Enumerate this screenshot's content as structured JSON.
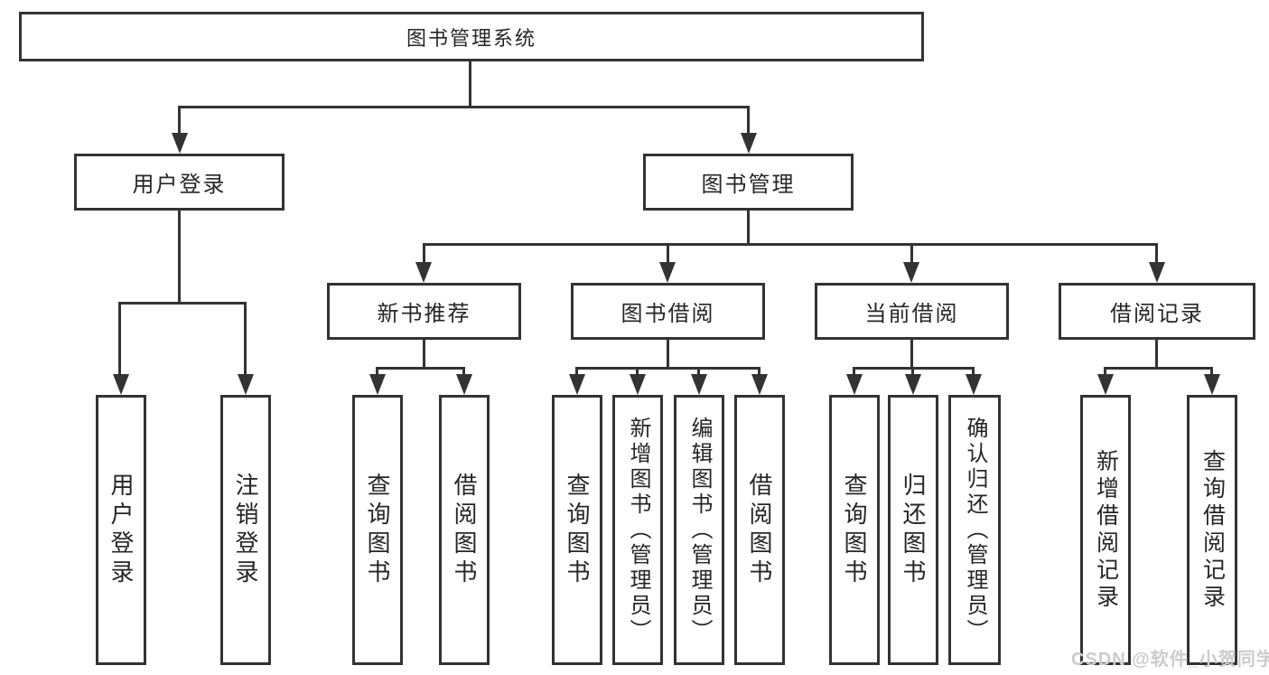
{
  "diagram": {
    "type": "hierarchy-diagram",
    "colors": {
      "line": "#333333",
      "text": "#262626",
      "background": "#ffffff",
      "watermark": "#cccccc"
    },
    "tree": {
      "label": "图书管理系统",
      "children": [
        {
          "label": "用户登录",
          "children": [
            {
              "label": "用户登录"
            },
            {
              "label": "注销登录"
            }
          ]
        },
        {
          "label": "图书管理",
          "children": [
            {
              "label": "新书推荐",
              "children": [
                {
                  "label": "查询图书"
                },
                {
                  "label": "借阅图书"
                }
              ]
            },
            {
              "label": "图书借阅",
              "children": [
                {
                  "label": "查询图书"
                },
                {
                  "label": "新增图书（管理员）"
                },
                {
                  "label": "编辑图书（管理员）"
                },
                {
                  "label": "借阅图书"
                }
              ]
            },
            {
              "label": "当前借阅",
              "children": [
                {
                  "label": "查询图书"
                },
                {
                  "label": "归还图书"
                },
                {
                  "label": "确认归还（管理员）"
                }
              ]
            },
            {
              "label": "借阅记录",
              "children": [
                {
                  "label": "新增借阅记录"
                },
                {
                  "label": "查询借阅记录"
                }
              ]
            }
          ]
        }
      ]
    },
    "watermark": {
      "text": "CSDN @软件_小贺同学"
    }
  }
}
